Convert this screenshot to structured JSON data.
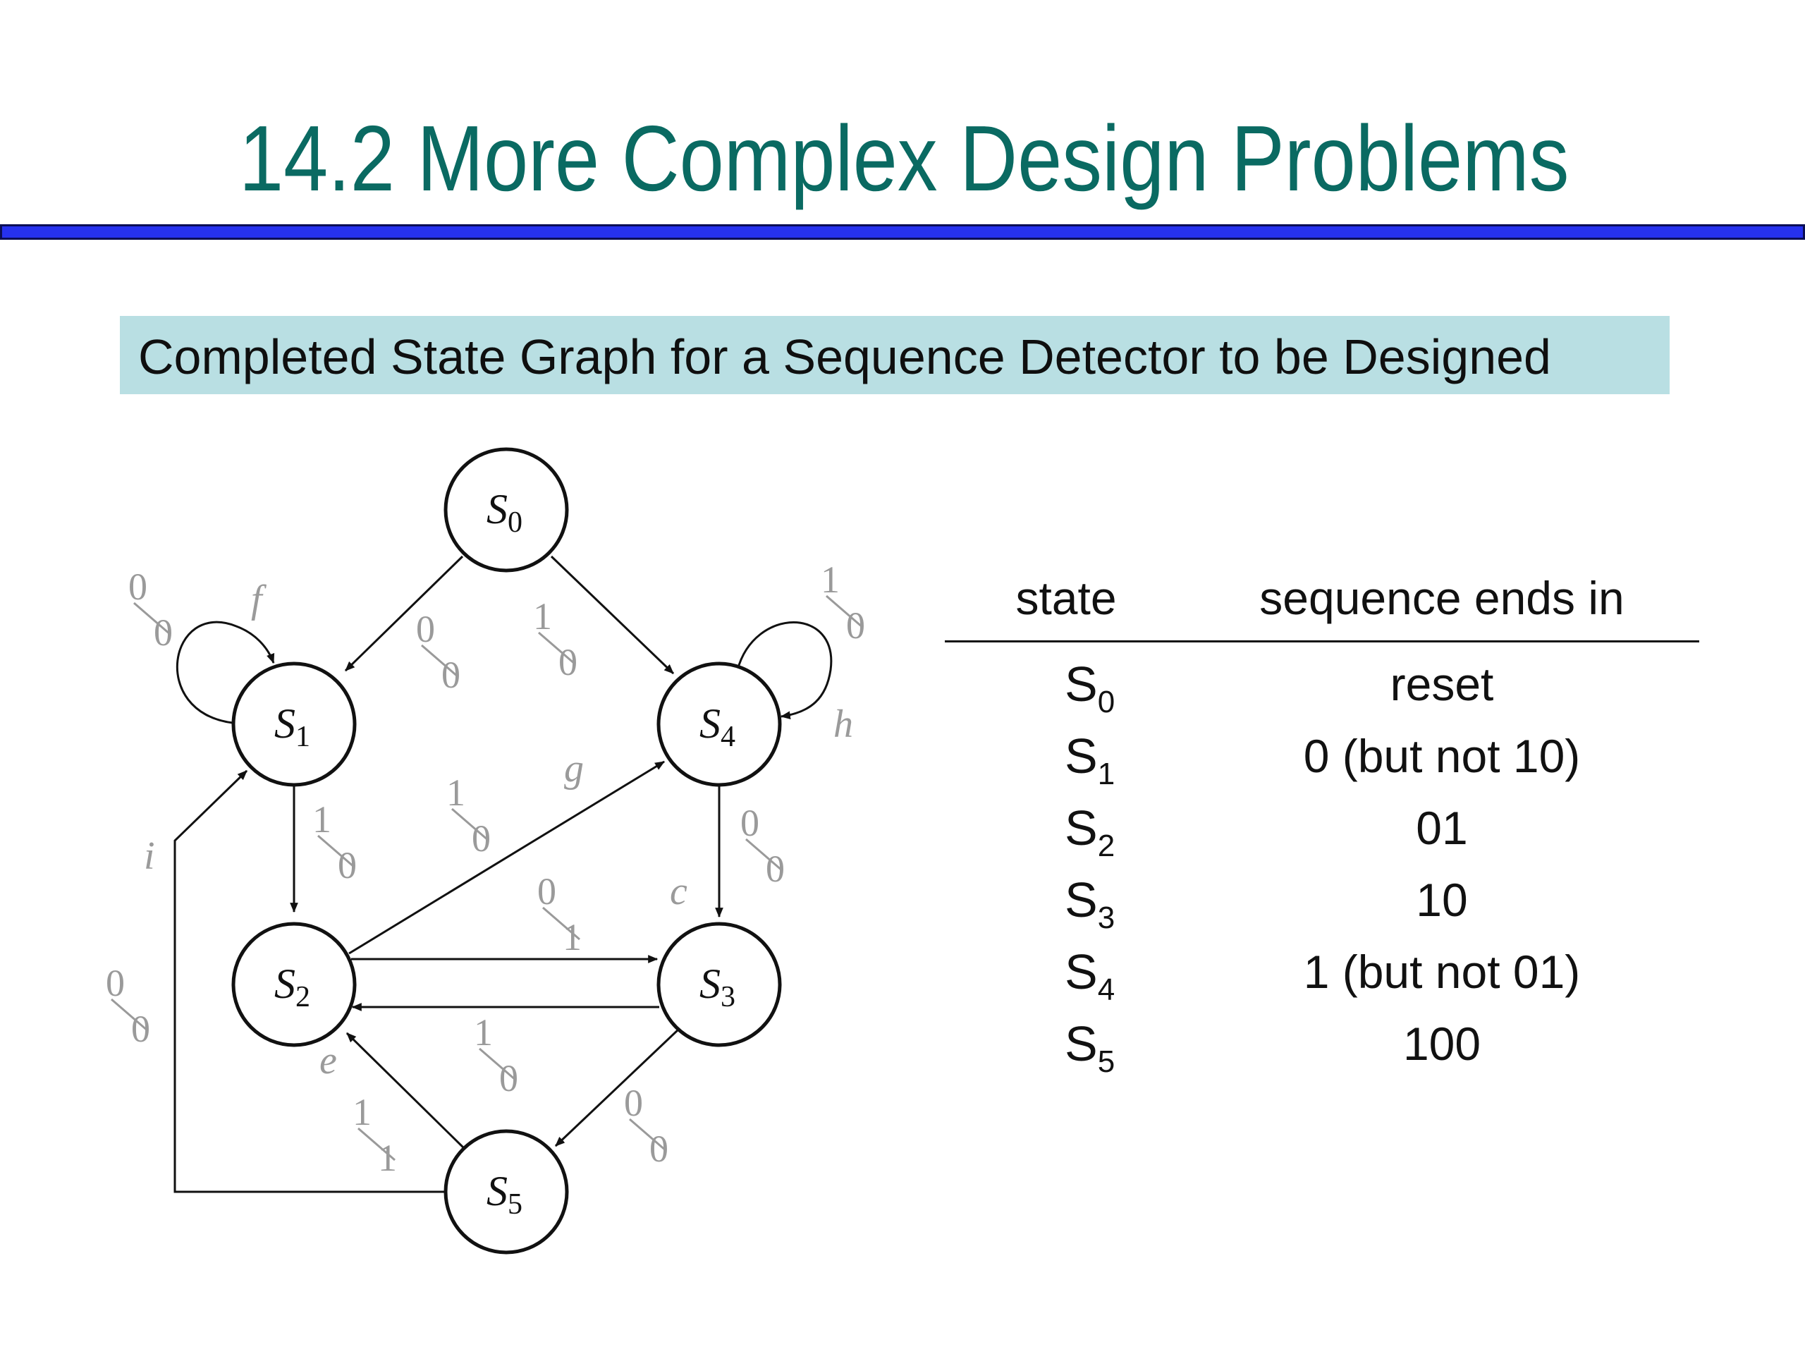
{
  "slide": {
    "title": "14.2  More Complex Design Problems",
    "subtitle": "Completed State Graph for a Sequence Detector to be Designed"
  },
  "graph": {
    "states": [
      {
        "id": "S0",
        "name": "S",
        "sub": "0"
      },
      {
        "id": "S1",
        "name": "S",
        "sub": "1"
      },
      {
        "id": "S2",
        "name": "S",
        "sub": "2"
      },
      {
        "id": "S3",
        "name": "S",
        "sub": "3"
      },
      {
        "id": "S4",
        "name": "S",
        "sub": "4"
      },
      {
        "id": "S5",
        "name": "S",
        "sub": "5"
      }
    ],
    "transitions": [
      {
        "from": "S0",
        "to": "S1",
        "input": "0",
        "output": "0"
      },
      {
        "from": "S0",
        "to": "S4",
        "input": "1",
        "output": "0"
      },
      {
        "from": "S1",
        "to": "S1",
        "input": "0",
        "output": "0",
        "tag": "f"
      },
      {
        "from": "S1",
        "to": "S2",
        "input": "1",
        "output": "0"
      },
      {
        "from": "S2",
        "to": "S4",
        "input": "1",
        "output": "0",
        "tag": "g"
      },
      {
        "from": "S2",
        "to": "S3",
        "input": "0",
        "output": "1"
      },
      {
        "from": "S3",
        "to": "S2",
        "input": "1",
        "output": "0"
      },
      {
        "from": "S4",
        "to": "S4",
        "input": "1",
        "output": "0",
        "tag": "h"
      },
      {
        "from": "S4",
        "to": "S3",
        "input": "0",
        "output": "0",
        "tag": "c"
      },
      {
        "from": "S3",
        "to": "S5",
        "input": "0",
        "output": "0"
      },
      {
        "from": "S5",
        "to": "S2",
        "input": "1",
        "output": "1",
        "tag": "e"
      },
      {
        "from": "S5",
        "to": "S1",
        "input": "0",
        "output": "0",
        "tag": "i"
      }
    ]
  },
  "table": {
    "headers": [
      "state",
      "sequence ends in"
    ],
    "rows": [
      {
        "state": "S",
        "sub": "0",
        "seq": "reset"
      },
      {
        "state": "S",
        "sub": "1",
        "seq": "0 (but not 10)"
      },
      {
        "state": "S",
        "sub": "2",
        "seq": "01"
      },
      {
        "state": "S",
        "sub": "3",
        "seq": "10"
      },
      {
        "state": "S",
        "sub": "4",
        "seq": "1 (but not 01)"
      },
      {
        "state": "S",
        "sub": "5",
        "seq": "100"
      }
    ]
  }
}
